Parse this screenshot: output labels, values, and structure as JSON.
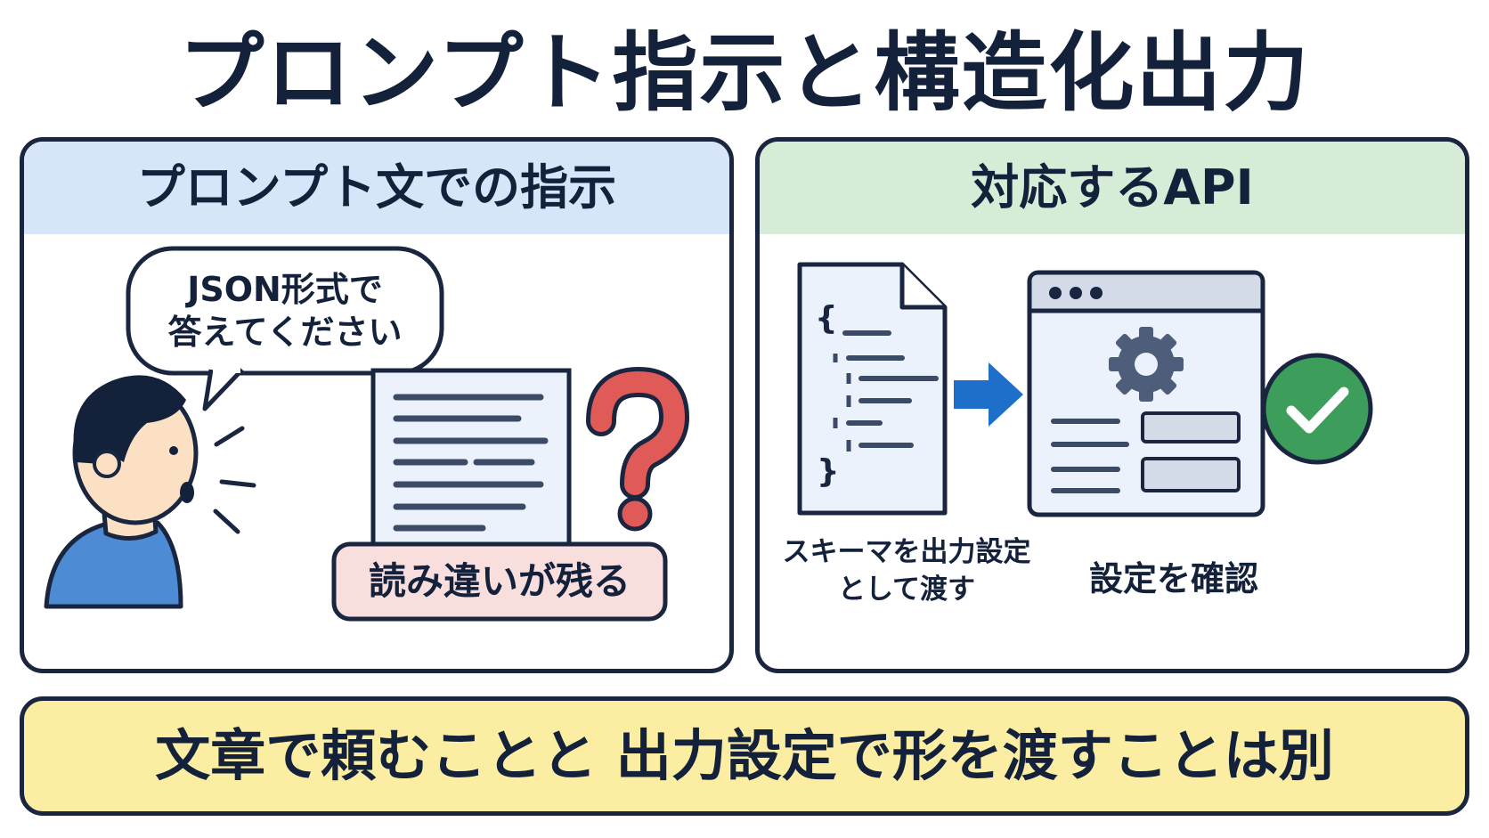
{
  "title": "プロンプト指示と構造化出力",
  "left_panel": {
    "heading": "プロンプト文での指示",
    "speech_line1": "JSON形式で",
    "speech_line2": "答えてください",
    "result_label": "読み違いが残る",
    "question_mark": "?"
  },
  "right_panel": {
    "heading": "対応するAPI",
    "schema_caption_line1": "スキーマを出力設定",
    "schema_caption_line2": "として渡す",
    "config_caption": "設定を確認",
    "brace_open": "{",
    "brace_close": "}"
  },
  "summary": "文章で頼むことと 出力設定で形を渡すことは別",
  "colors": {
    "dark": "#1a2540",
    "left_header": "#d6e6f8",
    "right_header": "#d7ecd7",
    "summary_bg": "#fbeea3",
    "warning_bg": "#f9dede",
    "question": "#e05a58",
    "arrow": "#1d6fc9",
    "check": "#3c9e5a",
    "shirt": "#4d8bd4"
  },
  "icons": [
    "person-icon",
    "speech-bubble",
    "document-icon",
    "question-mark-icon",
    "json-file-icon",
    "arrow-right-icon",
    "app-window-icon",
    "gear-icon",
    "check-circle-icon"
  ]
}
